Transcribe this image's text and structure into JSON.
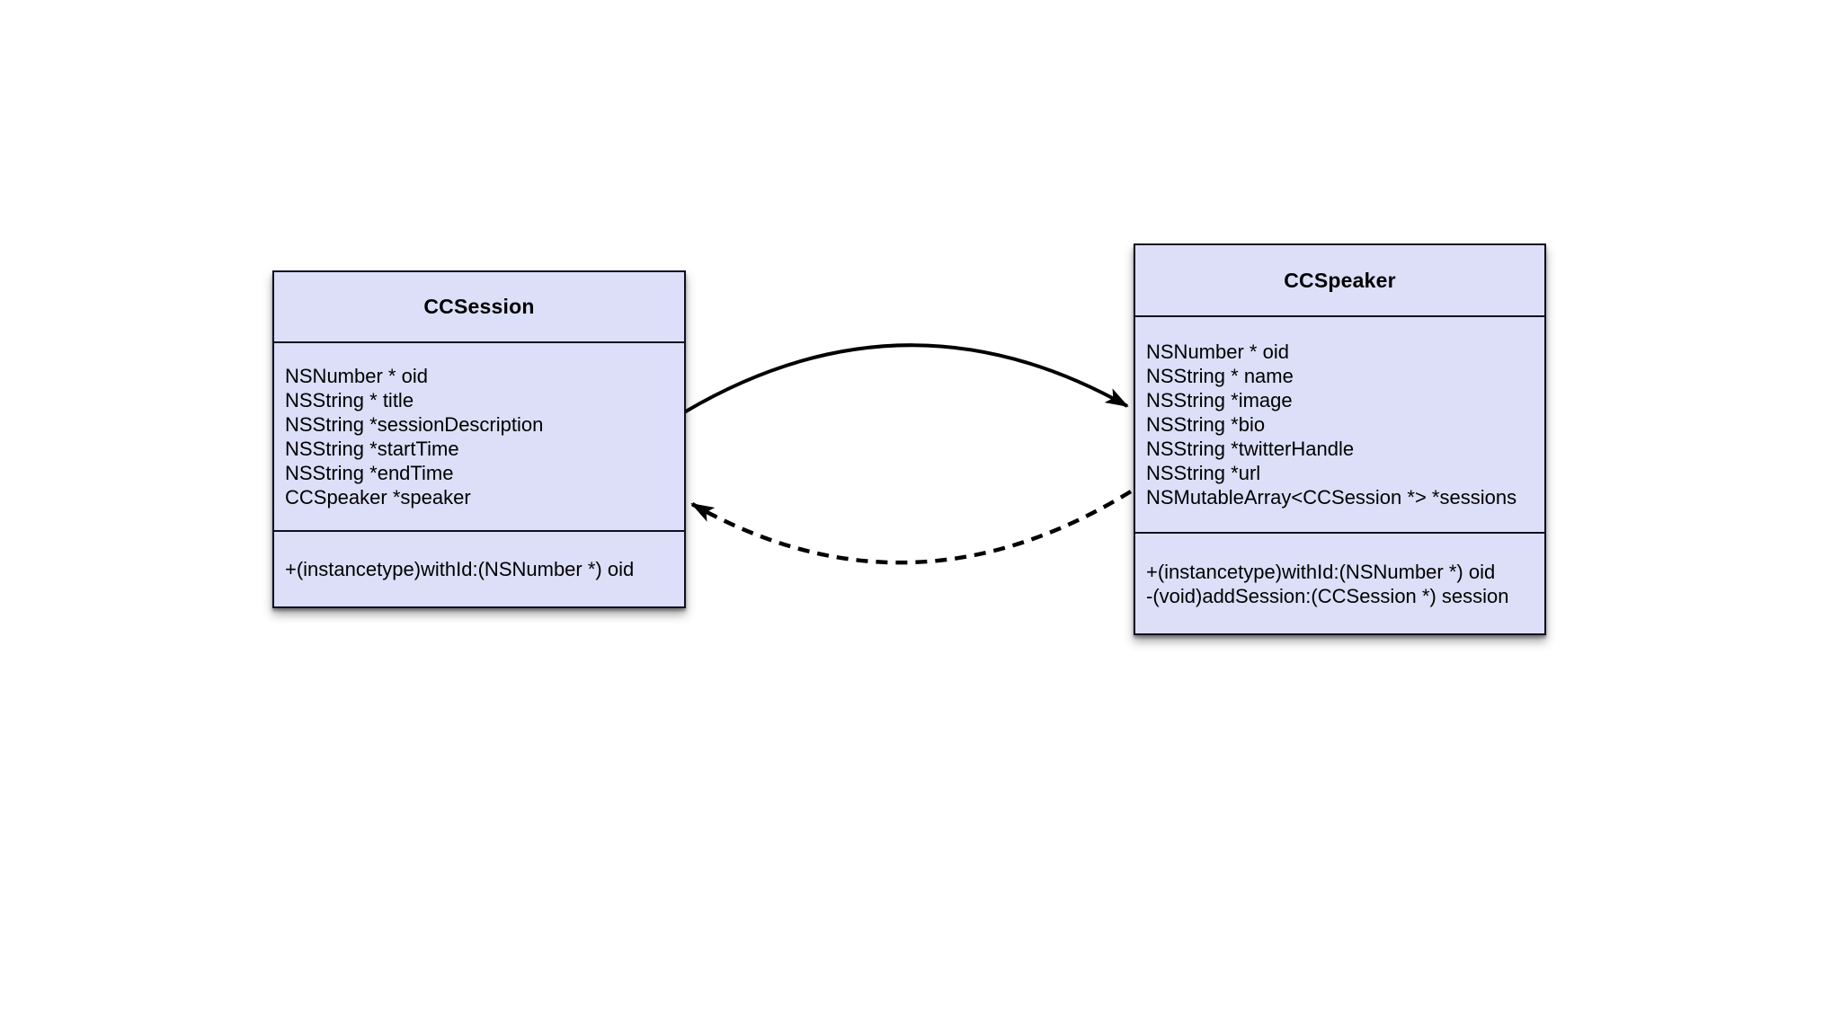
{
  "diagram": {
    "type": "uml-class-diagram",
    "colors": {
      "background": "#ffffff",
      "box-fill": "#dcdff7",
      "box-border": "#0f0f23",
      "text": "#000000",
      "arrow": "#000000"
    },
    "classes": [
      {
        "name": "CCSession",
        "attributes": [
          "NSNumber * oid",
          "NSString * title",
          "NSString *sessionDescription",
          "NSString *startTime",
          "NSString *endTime",
          "CCSpeaker *speaker"
        ],
        "methods": [
          "+(instancetype)withId:(NSNumber *) oid"
        ]
      },
      {
        "name": "CCSpeaker",
        "attributes": [
          "NSNumber * oid",
          "NSString * name",
          "NSString *image",
          "NSString *bio",
          "NSString *twitterHandle",
          "NSString *url",
          "NSMutableArray<CCSession *> *sessions"
        ],
        "methods": [
          "+(instancetype)withId:(NSNumber *) oid",
          "-(void)addSession:(CCSession *) session"
        ]
      }
    ],
    "relationships": [
      {
        "from": "CCSession",
        "to": "CCSpeaker",
        "line_style": "solid",
        "arrowhead": "filled-triangle",
        "curve": "arc-above"
      },
      {
        "from": "CCSpeaker",
        "to": "CCSession",
        "line_style": "dashed",
        "arrowhead": "filled-triangle",
        "curve": "arc-below"
      }
    ]
  }
}
